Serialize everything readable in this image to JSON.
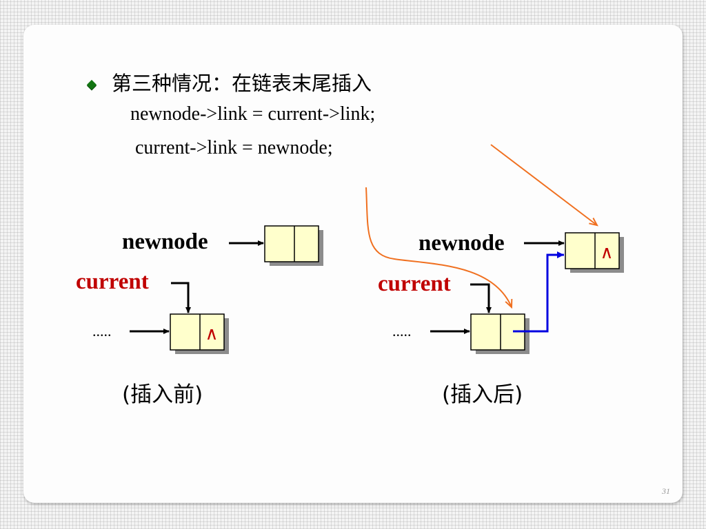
{
  "bullet": {
    "text": "第三种情况：在链表末尾插入"
  },
  "code": {
    "line1": "newnode->link = current->link;",
    "line2": "current->link = newnode;"
  },
  "before": {
    "newnode_label": "newnode",
    "current_label": "current",
    "dots": ".....",
    "null_symbol": "∧",
    "caption": "(插入前)"
  },
  "after": {
    "newnode_label": "newnode",
    "current_label": "current",
    "dots": ".....",
    "null_symbol": "∧",
    "caption": "(插入后)"
  },
  "page_number": "31",
  "colors": {
    "node_fill": "#ffffcc",
    "node_shadow": "#8c8c8c",
    "label_red": "#c00000",
    "arrow_orange": "#f07020",
    "arrow_blue": "#0000e0",
    "bullet_green": "#127512"
  }
}
